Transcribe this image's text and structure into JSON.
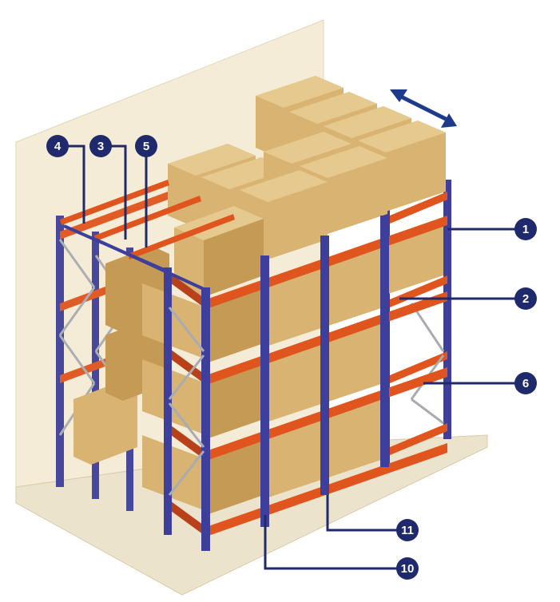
{
  "colors": {
    "upright": "#3e3f9c",
    "upright_dark": "#2c2d7a",
    "beam": "#e0541e",
    "beam_dark": "#b8411a",
    "box": "#d8b371",
    "box_top": "#e6c98e",
    "box_side": "#c49a55",
    "wall": "#f4ecd7",
    "floor": "#ece3cc",
    "brace": "#a9abb3",
    "callout": "#1e2a6b",
    "arrow": "#1e3a8a"
  },
  "callouts": [
    {
      "id": "c4",
      "label": "4"
    },
    {
      "id": "c3",
      "label": "3"
    },
    {
      "id": "c5",
      "label": "5"
    },
    {
      "id": "c1",
      "label": "1"
    },
    {
      "id": "c2",
      "label": "2"
    },
    {
      "id": "c6",
      "label": "6"
    },
    {
      "id": "c11",
      "label": "11"
    },
    {
      "id": "c10",
      "label": "10"
    }
  ],
  "icons": {
    "movement": "double-arrow-icon"
  }
}
